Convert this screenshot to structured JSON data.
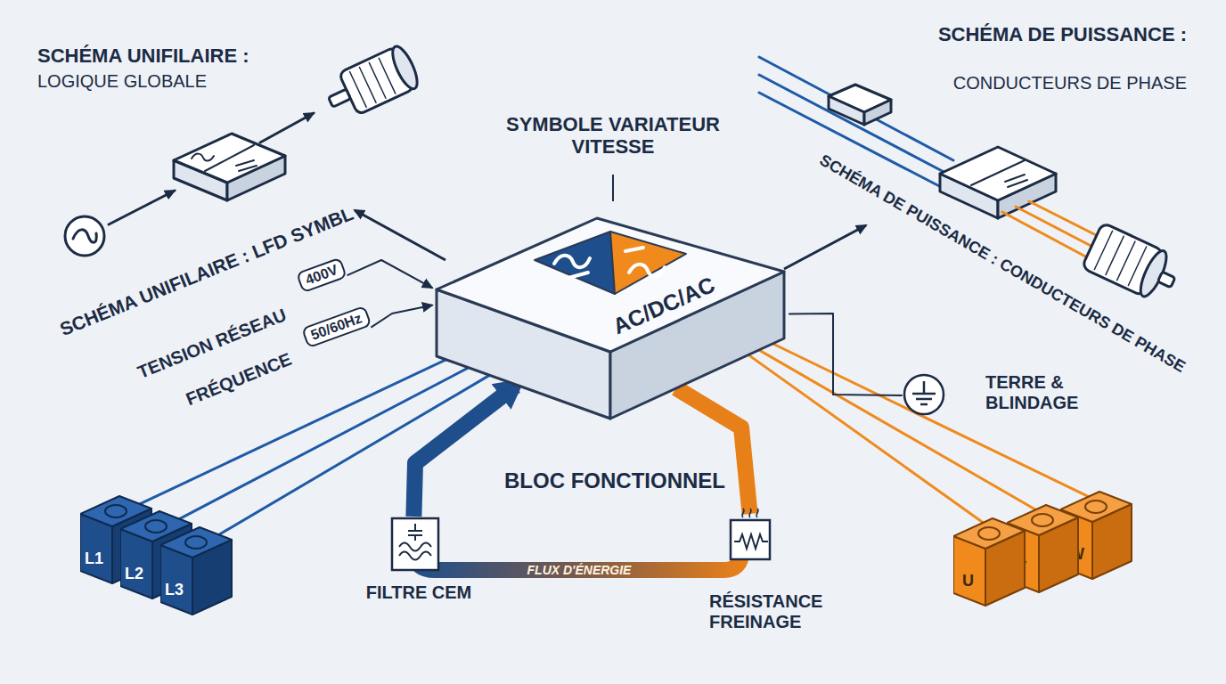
{
  "diagram": {
    "nodes": [
      {
        "text": [
          "AC/DC/AC"
        ]
      },
      {
        "text": [
          "L1"
        ]
      },
      {
        "text": [
          "L2"
        ]
      },
      {
        "text": [
          "L3"
        ]
      },
      {
        "text": [
          "U"
        ]
      },
      {
        "text": [
          "V"
        ]
      },
      {
        "text": [
          "W"
        ]
      },
      {
        "text": [
          "400V"
        ]
      },
      {
        "text": [
          "50/60Hz"
        ]
      },
      {
        "text": [
          "TERRE & BLINDAGE"
        ]
      },
      {
        "text": [
          "FILTRE CEM"
        ]
      },
      {
        "text": [
          "RÉSISTANCE FREINAGE"
        ]
      }
    ],
    "edges": [
      {
        "from": 1,
        "to": 0,
        "arrow": "none"
      },
      {
        "from": 2,
        "to": 0,
        "arrow": "none"
      },
      {
        "from": 3,
        "to": 0,
        "arrow": "none"
      },
      {
        "from": 0,
        "to": 4,
        "arrow": "none"
      },
      {
        "from": 0,
        "to": 5,
        "arrow": "none"
      },
      {
        "from": 0,
        "to": 6,
        "arrow": "none"
      },
      {
        "from": 7,
        "to": 0,
        "arrow": "to"
      },
      {
        "from": 8,
        "to": 0,
        "arrow": "to"
      },
      {
        "from": 0,
        "to": 9,
        "arrow": "none"
      },
      {
        "from": 10,
        "to": 0,
        "arrow": "to"
      },
      {
        "from": 0,
        "to": 11,
        "arrow": "none"
      }
    ],
    "labels": [
      "SCHÉMA UNIFILAIRE :",
      "LOGIQUE GLOBALE",
      "SYMBOLE VARIATEUR VITESSE",
      "SCHÉMA DE PUISSANCE :",
      "CONDUCTEURS DE PHASE",
      "SCHÉMA UNIFILAIRE : LFD SYMBL",
      "SCHÉMA DE PUISSANCE : CONDUCTEURS DE PHASE",
      "TENSION RÉSEAU",
      "FRÉQUENCE",
      "BLOC FONCTIONNEL",
      "FLUX D'ÉNERGIE"
    ]
  }
}
